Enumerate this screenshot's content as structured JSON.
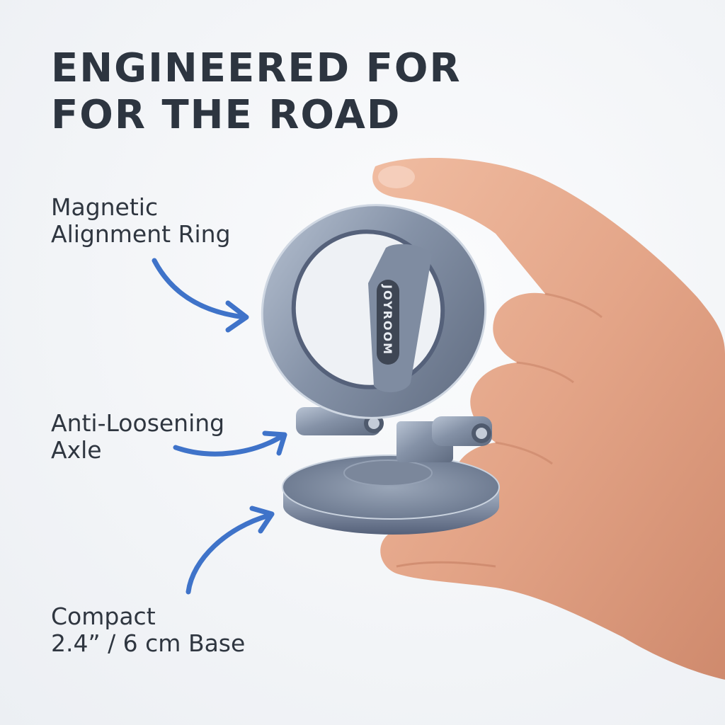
{
  "headline": {
    "line1": "ENGINEERED FOR",
    "line2": "FOR THE ROAD"
  },
  "callouts": [
    {
      "line1": "Magnetic",
      "line2": "Alignment Ring"
    },
    {
      "line1": "Anti-Loosening",
      "line2": "Axle"
    },
    {
      "line1": "Compact",
      "line2": "2.4” / 6 cm Base"
    }
  ],
  "product": {
    "brand": "JOYROOM"
  },
  "colors": {
    "headline": "#2d3540",
    "arrow": "#3f73c9",
    "metal": "#8d9bb0",
    "skin": "#e6a98c"
  }
}
